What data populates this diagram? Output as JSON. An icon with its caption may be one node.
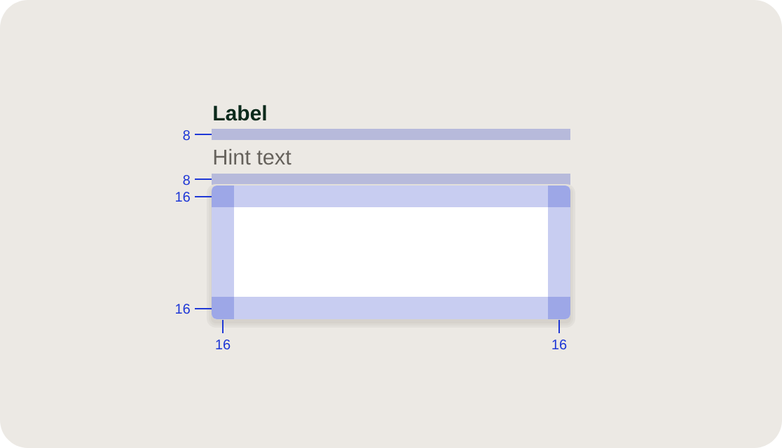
{
  "diagram": {
    "nodes": [
      {
        "text": [],
        "shape": "bar"
      },
      {
        "text": [],
        "shape": "bar"
      },
      {
        "text": [],
        "shape": "box"
      }
    ],
    "labels": [
      "Label",
      "8",
      "Hint text",
      "8",
      "16",
      "16",
      "16",
      "16"
    ]
  }
}
